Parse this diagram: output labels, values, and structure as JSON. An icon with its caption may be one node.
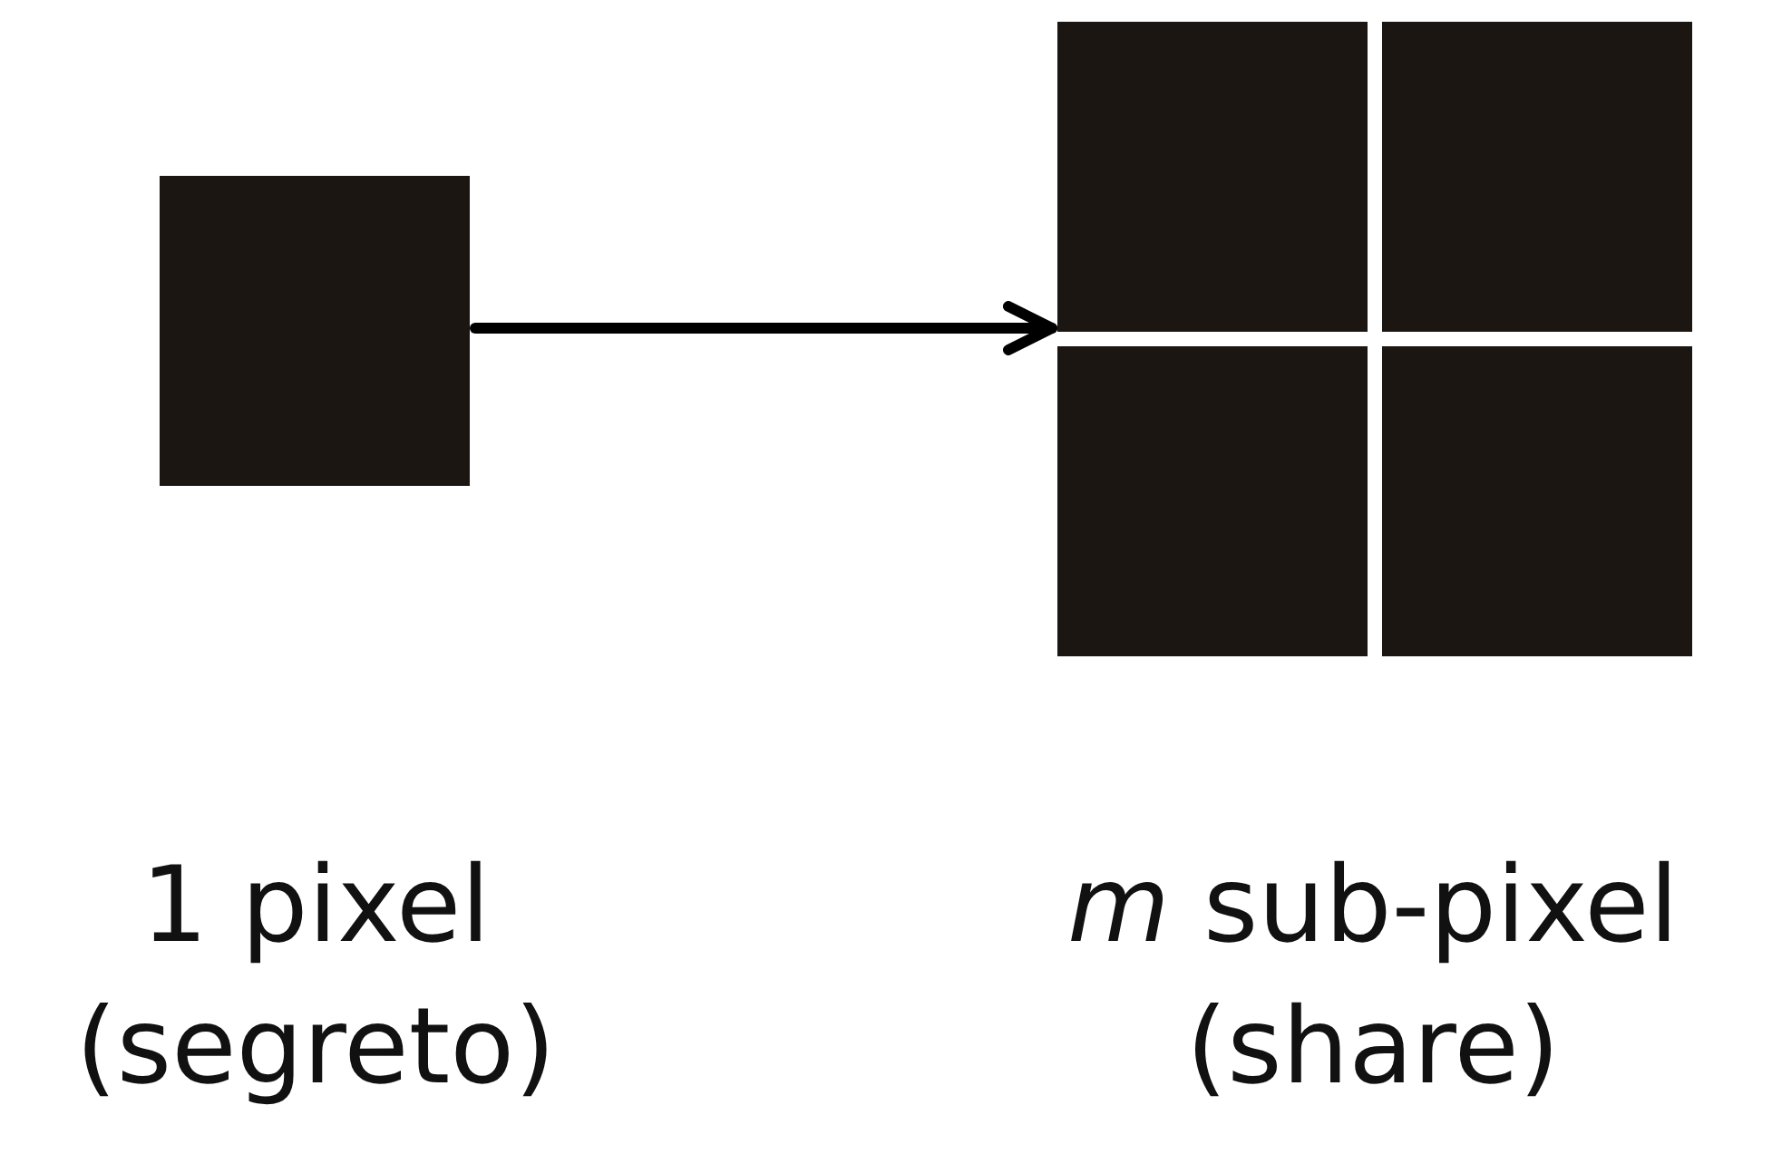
{
  "diagram": {
    "nodes": [
      {
        "text": [],
        "shape": "box",
        "beside": [
          "1 pixel (segreto)"
        ]
      },
      {
        "text": [],
        "shape": "box",
        "beside": [
          "*m* sub-pixel (share)"
        ]
      },
      {
        "text": [],
        "shape": "box",
        "in": 1
      },
      {
        "text": [],
        "shape": "box",
        "in": 1
      },
      {
        "text": [],
        "shape": "box",
        "in": 1
      },
      {
        "text": [],
        "shape": "box",
        "in": 1
      }
    ],
    "edges": [
      {
        "from": 0,
        "to": 1,
        "arrow": "to"
      }
    ]
  }
}
